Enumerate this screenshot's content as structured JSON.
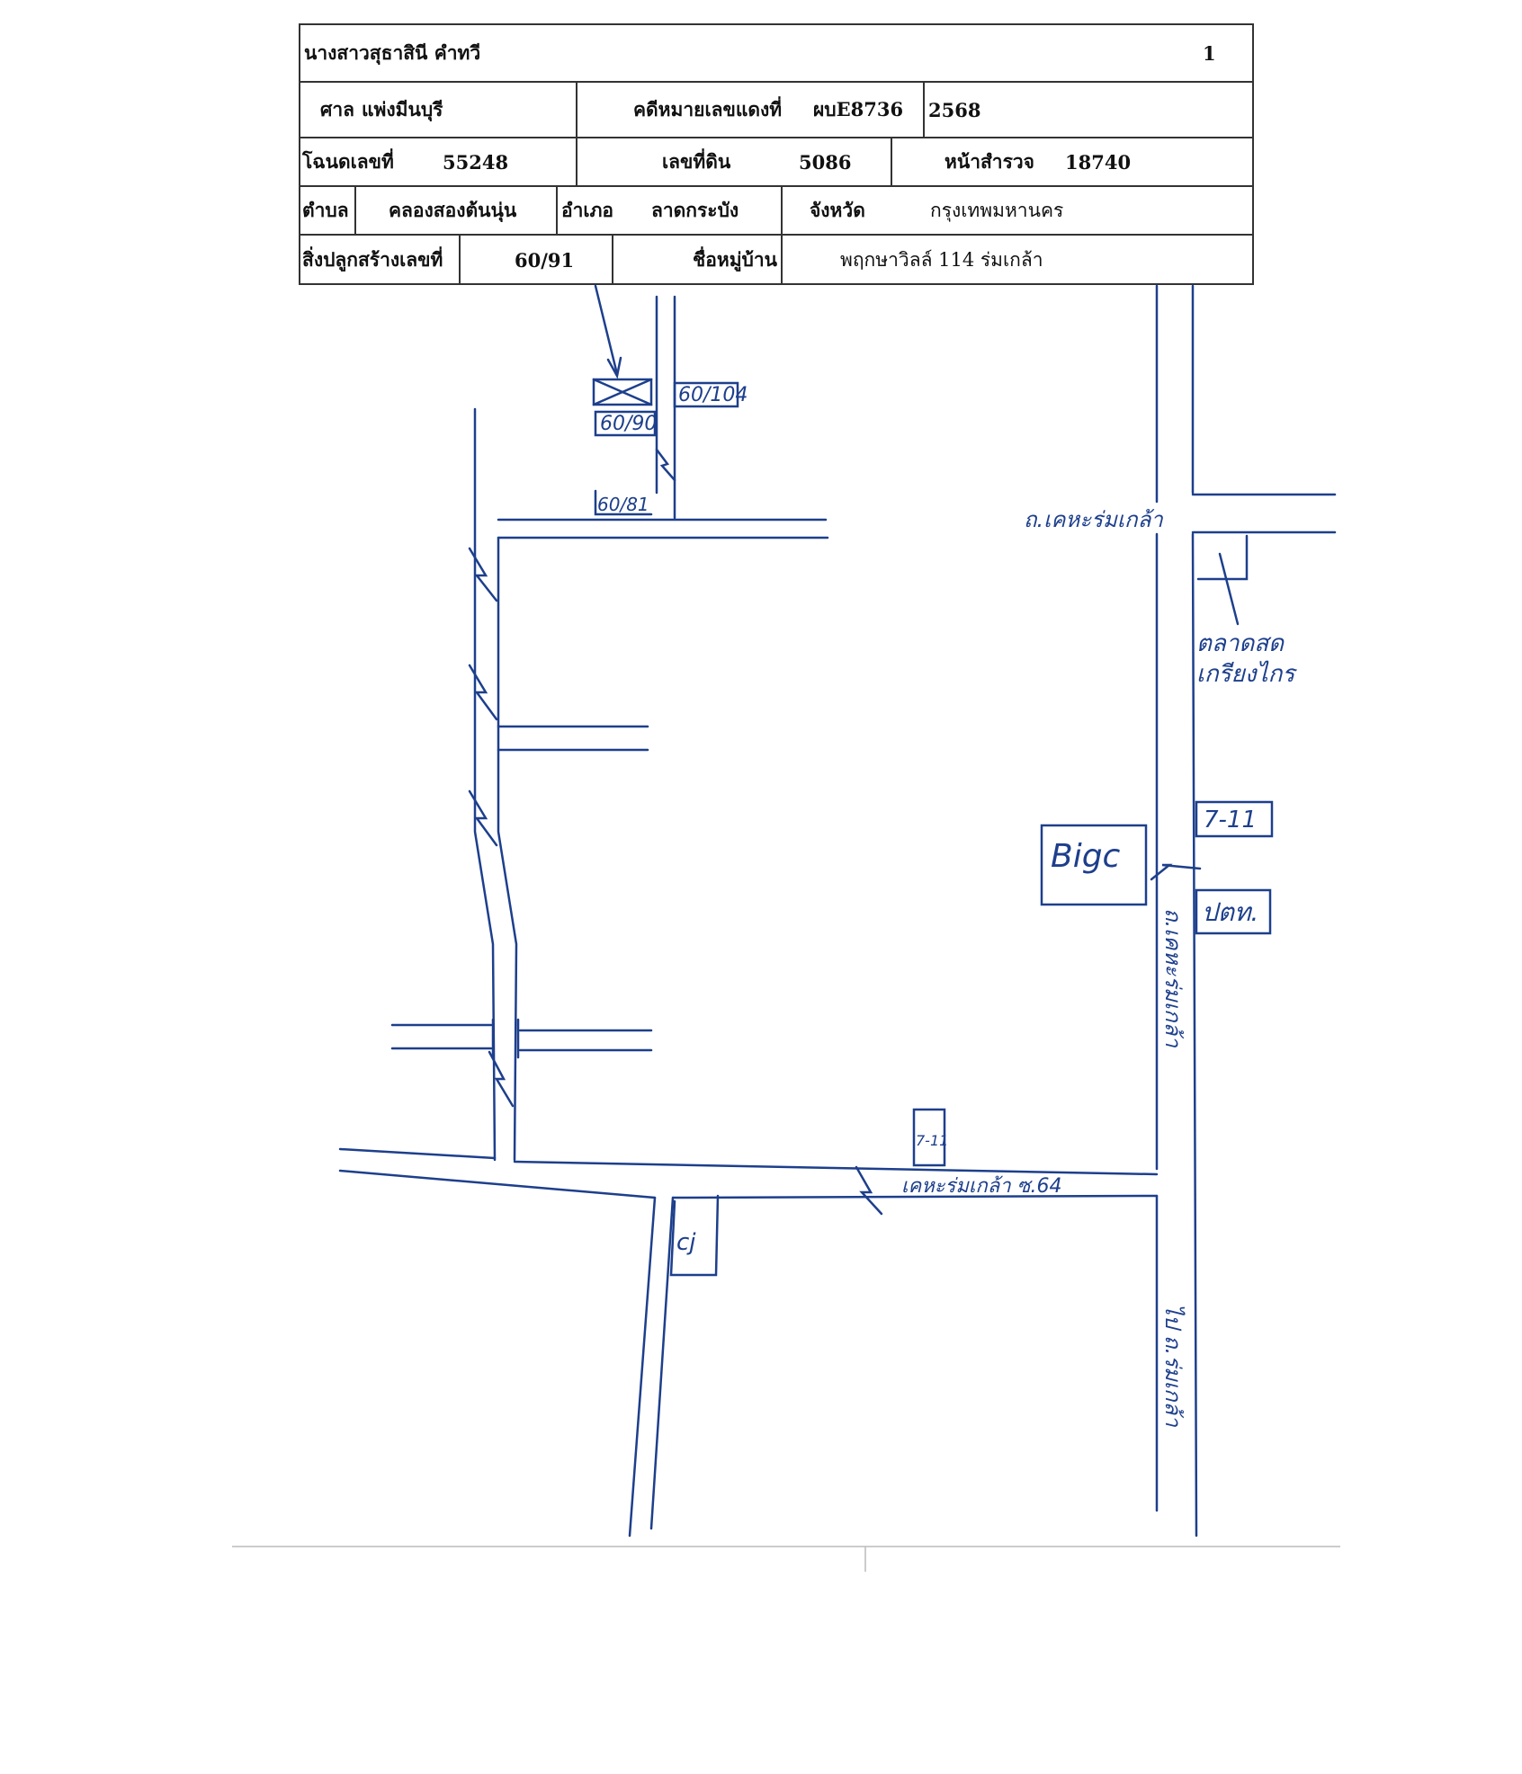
{
  "header": {
    "owner_name": "นางสาวสุธาสินี คำทวี",
    "page_number": "1",
    "court_label": "ศาล",
    "court_name": "แพ่งมีนบุรี",
    "case_label": "คดีหมายเลขแดงที่",
    "case_number": "ผบE8736",
    "case_year": "2568",
    "deed_label": "โฉนดเลขที่",
    "deed_number": "55248",
    "land_label": "เลขที่ดิน",
    "land_number": "5086",
    "survey_label": "หน้าสำรวจ",
    "survey_number": "18740",
    "subdistrict_label": "ตำบล",
    "subdistrict": "คลองสองต้นนุ่น",
    "district_label": "อำเภอ",
    "district": "ลาดกระบัง",
    "province_label": "จังหวัด",
    "province": "กรุงเทพมหานคร",
    "building_label": "สิ่งปลูกสร้างเลขที่",
    "building_number": "60/91",
    "village_label": "ชื่อหมู่บ้าน",
    "village": "พฤกษาวิลล์ 114 ร่มเกล้า"
  },
  "map": {
    "house_labels": [
      "60/104",
      "60/90",
      "60/81"
    ],
    "road_top": "ถ.เคหะร่มเกล้า",
    "market_line1": "ตลาดสด",
    "market_line2": "เกรียงไกร",
    "store_1": "7-11",
    "bigc": "Bigc",
    "ptt": "ปตท.",
    "road_vertical": "ถ.เคหะร่มเกล้า",
    "store_2": "7-11",
    "soi_label": "เคหะร่มเกล้า ซ.64",
    "cj": "cj",
    "to_label": "ไป ถ.ร่มเกล้า"
  },
  "colors": {
    "ink": "#1d3f8c",
    "table_border": "#333333"
  }
}
